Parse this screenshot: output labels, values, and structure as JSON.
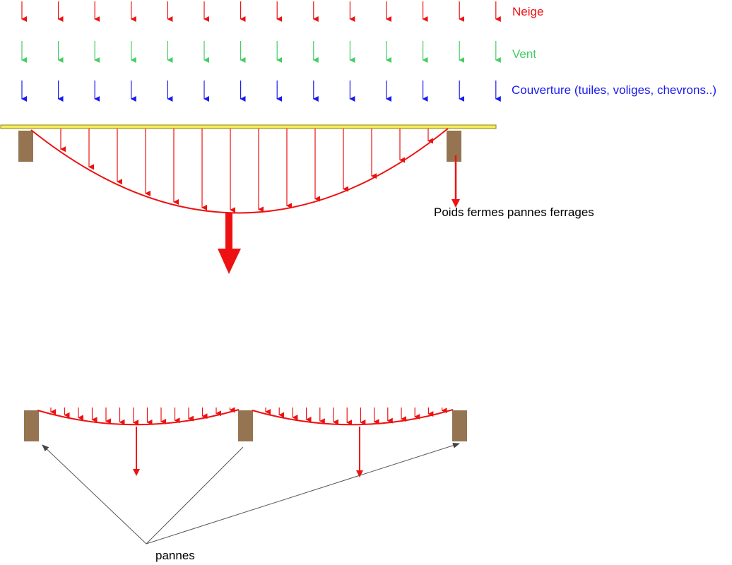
{
  "labels": {
    "neige": "Neige",
    "vent": "Vent",
    "couverture": "Couverture (tuiles, voliges, chevrons..)",
    "poids": "Poids fermes pannes ferrages",
    "pannes": "pannes"
  },
  "colors": {
    "neige": "#ee1111",
    "vent": "#44cc66",
    "couverture": "#1a1aee",
    "load": "#ee1111",
    "beam": "#f5ec5a",
    "beam_stroke": "#8a8420",
    "support": "#957451",
    "pointer": "#555555",
    "text": "#000000"
  }
}
